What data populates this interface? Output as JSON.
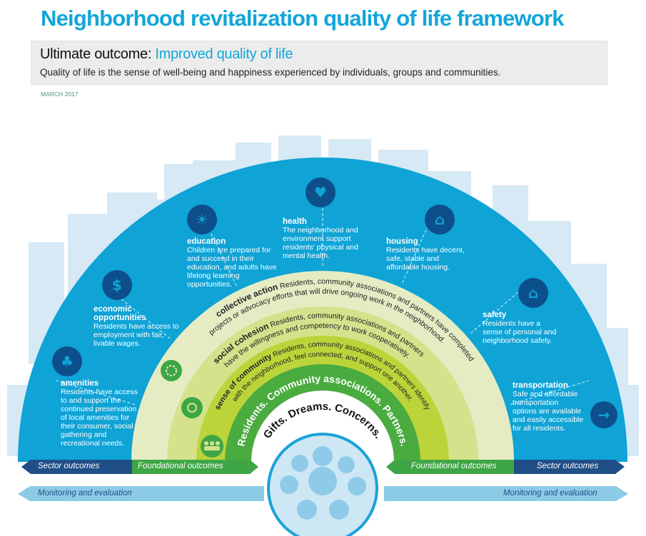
{
  "title": "Neighborhood revitalization quality of life framework",
  "outcome": {
    "label": "Ultimate outcome:",
    "value": "Improved quality of life",
    "description": "Quality of life is the sense of well-being and happiness experienced by individuals, groups and communities."
  },
  "date": "MARCH 2017",
  "sectors": [
    {
      "name": "amenities",
      "icon": "tree-icon",
      "text": "Residents have access to and support the continued preservation of local amenities for their consumer, social gathering and recreational needs."
    },
    {
      "name": "economic opportunities",
      "icon": "dollar-icon",
      "text": "Residents have access to employment with fair, livable wages."
    },
    {
      "name": "education",
      "icon": "lightbulb-icon",
      "text": "Children are prepared for and succeed in their education, and adults have lifelong learning opportunities."
    },
    {
      "name": "health",
      "icon": "heart-icon",
      "text": "The neighborhood and environment support residents' physical and mental health."
    },
    {
      "name": "housing",
      "icon": "house-icon",
      "text": "Residents have decent, safe, stable and affordable housing."
    },
    {
      "name": "safety",
      "icon": "hands-house-icon",
      "text": "Residents have a sense of personal and neighborhood safety."
    },
    {
      "name": "transportation",
      "icon": "signpost-icon",
      "text": "Safe and affordable transportation options are available and easily accessible for all residents."
    }
  ],
  "foundations": {
    "collective_action": {
      "name": "collective action",
      "line1": "Residents, community associations and partners have completed",
      "line2": "projects or advocacy efforts that will drive ongoing work in the neighborhood."
    },
    "social_cohesion": {
      "name": "social cohesion",
      "line1": "Residents, community associations and partners",
      "line2": "have the willingness and competency to work cooperatively."
    },
    "sense_of_community": {
      "name": "sense of community",
      "line1": "Residents, community associations and partners identify",
      "line2": "with the neighborhood, feel connected, and support one another."
    },
    "core": "Residents. Community associations. Partners.",
    "inner": "Gifts. Dreams. Concerns."
  },
  "bars": {
    "sector_outcomes": "Sector outcomes",
    "foundational_outcomes": "Foundational outcomes",
    "monitoring": "Monitoring and evaluation"
  },
  "colors": {
    "accent": "#13a6d8",
    "sector_band": "#0fa3d6",
    "icon_circle": "#0d4f8b",
    "ring1": "#e5ecc4",
    "ring2": "#d4e28c",
    "ring3": "#bcd43a",
    "ring4": "#4aab3f",
    "bar_dark": "#1f4f86",
    "bar_green": "#3ea645",
    "bar_light": "#8ccbe6"
  }
}
